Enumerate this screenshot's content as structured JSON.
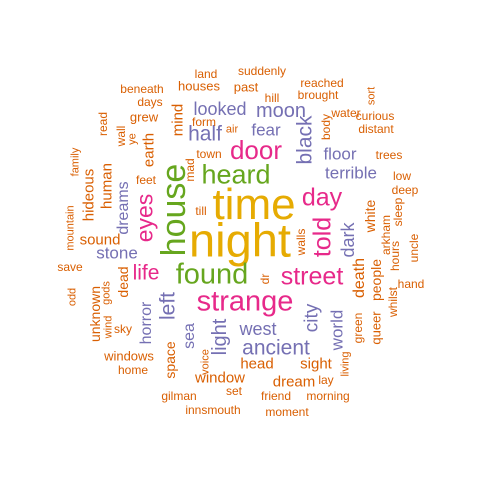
{
  "palette": {
    "orange": "#d95f02",
    "purple": "#7570b3",
    "magenta": "#e7298a",
    "green": "#66a61e",
    "gold": "#e6ab02"
  },
  "words": [
    {
      "text": "night",
      "color": "gold"
    },
    {
      "text": "time",
      "color": "gold"
    },
    {
      "text": "house",
      "color": "green"
    },
    {
      "text": "found",
      "color": "green"
    },
    {
      "text": "heard",
      "color": "green"
    },
    {
      "text": "strange",
      "color": "magenta"
    },
    {
      "text": "door",
      "color": "magenta"
    },
    {
      "text": "street",
      "color": "magenta"
    },
    {
      "text": "told",
      "color": "magenta"
    },
    {
      "text": "day",
      "color": "magenta"
    },
    {
      "text": "eyes",
      "color": "magenta"
    },
    {
      "text": "life",
      "color": "magenta"
    },
    {
      "text": "black",
      "color": "purple"
    },
    {
      "text": "ancient",
      "color": "purple"
    },
    {
      "text": "left",
      "color": "purple"
    },
    {
      "text": "half",
      "color": "purple"
    },
    {
      "text": "light",
      "color": "purple"
    },
    {
      "text": "moon",
      "color": "purple"
    },
    {
      "text": "looked",
      "color": "purple"
    },
    {
      "text": "west",
      "color": "purple"
    },
    {
      "text": "city",
      "color": "purple"
    },
    {
      "text": "stone",
      "color": "purple"
    },
    {
      "text": "terrible",
      "color": "purple"
    },
    {
      "text": "fear",
      "color": "purple"
    },
    {
      "text": "floor",
      "color": "purple"
    },
    {
      "text": "dark",
      "color": "purple"
    },
    {
      "text": "world",
      "color": "purple"
    },
    {
      "text": "dreams",
      "color": "purple"
    },
    {
      "text": "horror",
      "color": "purple"
    },
    {
      "text": "sea",
      "color": "purple"
    },
    {
      "text": "earth",
      "color": "orange"
    },
    {
      "text": "mind",
      "color": "orange"
    },
    {
      "text": "sound",
      "color": "orange"
    },
    {
      "text": "human",
      "color": "orange"
    },
    {
      "text": "hideous",
      "color": "orange"
    },
    {
      "text": "death",
      "color": "orange"
    },
    {
      "text": "people",
      "color": "orange"
    },
    {
      "text": "white",
      "color": "orange"
    },
    {
      "text": "window",
      "color": "orange"
    },
    {
      "text": "head",
      "color": "orange"
    },
    {
      "text": "dream",
      "color": "orange"
    },
    {
      "text": "sight",
      "color": "orange"
    },
    {
      "text": "space",
      "color": "orange"
    },
    {
      "text": "dead",
      "color": "orange"
    },
    {
      "text": "unknown",
      "color": "orange"
    },
    {
      "text": "windows",
      "color": "orange"
    },
    {
      "text": "houses",
      "color": "orange"
    },
    {
      "text": "past",
      "color": "orange"
    },
    {
      "text": "grew",
      "color": "orange"
    },
    {
      "text": "town",
      "color": "orange"
    },
    {
      "text": "till",
      "color": "orange"
    },
    {
      "text": "water",
      "color": "orange"
    },
    {
      "text": "curious",
      "color": "orange"
    },
    {
      "text": "distant",
      "color": "orange"
    },
    {
      "text": "body",
      "color": "orange"
    },
    {
      "text": "hill",
      "color": "orange"
    },
    {
      "text": "brought",
      "color": "orange"
    },
    {
      "text": "reached",
      "color": "orange"
    },
    {
      "text": "suddenly",
      "color": "orange"
    },
    {
      "text": "land",
      "color": "orange"
    },
    {
      "text": "beneath",
      "color": "orange"
    },
    {
      "text": "days",
      "color": "orange"
    },
    {
      "text": "form",
      "color": "orange"
    },
    {
      "text": "air",
      "color": "orange"
    },
    {
      "text": "wall",
      "color": "orange"
    },
    {
      "text": "read",
      "color": "orange"
    },
    {
      "text": "family",
      "color": "orange"
    },
    {
      "text": "feet",
      "color": "orange"
    },
    {
      "text": "mad",
      "color": "orange"
    },
    {
      "text": "trees",
      "color": "orange"
    },
    {
      "text": "low",
      "color": "orange"
    },
    {
      "text": "deep",
      "color": "orange"
    },
    {
      "text": "sleep",
      "color": "orange"
    },
    {
      "text": "arkham",
      "color": "orange"
    },
    {
      "text": "hours",
      "color": "orange"
    },
    {
      "text": "uncle",
      "color": "orange"
    },
    {
      "text": "hand",
      "color": "orange"
    },
    {
      "text": "whilst",
      "color": "orange"
    },
    {
      "text": "queer",
      "color": "orange"
    },
    {
      "text": "green",
      "color": "orange"
    },
    {
      "text": "living",
      "color": "orange"
    },
    {
      "text": "lay",
      "color": "orange"
    },
    {
      "text": "morning",
      "color": "orange"
    },
    {
      "text": "friend",
      "color": "orange"
    },
    {
      "text": "moment",
      "color": "orange"
    },
    {
      "text": "innsmouth",
      "color": "orange"
    },
    {
      "text": "set",
      "color": "orange"
    },
    {
      "text": "gilman",
      "color": "orange"
    },
    {
      "text": "home",
      "color": "orange"
    },
    {
      "text": "voice",
      "color": "orange"
    },
    {
      "text": "sky",
      "color": "orange"
    },
    {
      "text": "wind",
      "color": "orange"
    },
    {
      "text": "gods",
      "color": "orange"
    },
    {
      "text": "odd",
      "color": "orange"
    },
    {
      "text": "save",
      "color": "orange"
    },
    {
      "text": "mountain",
      "color": "orange"
    },
    {
      "text": "walls",
      "color": "orange"
    },
    {
      "text": "dr",
      "color": "orange"
    },
    {
      "text": "sort",
      "color": "orange"
    },
    {
      "text": "ye",
      "color": "orange"
    }
  ]
}
